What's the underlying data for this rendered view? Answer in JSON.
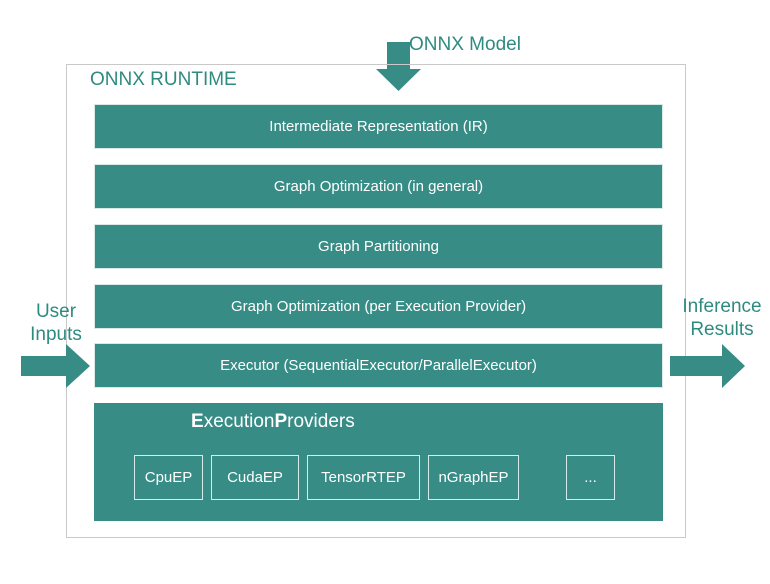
{
  "top_input": {
    "label": "ONNX Model"
  },
  "runtime": {
    "title": "ONNX RUNTIME",
    "layers": [
      "Intermediate Representation (IR)",
      "Graph Optimization (in general)",
      "Graph Partitioning",
      "Graph Optimization (per Execution Provider)",
      "Executor (SequentialExecutor/ParallelExecutor)"
    ],
    "execution_providers": {
      "title_parts": [
        "E",
        "xecution",
        "P",
        "roviders"
      ],
      "items": [
        "CpuEP",
        "CudaEP",
        "TensorRTEP",
        "nGraphEP",
        "..."
      ]
    }
  },
  "left_input": {
    "line1": "User",
    "line2": "Inputs"
  },
  "right_output": {
    "line1": "Inference",
    "line2": "Results"
  },
  "colors": {
    "teal": "#378c86",
    "text_teal": "#2e8b80",
    "border": "#c9c9c9"
  }
}
